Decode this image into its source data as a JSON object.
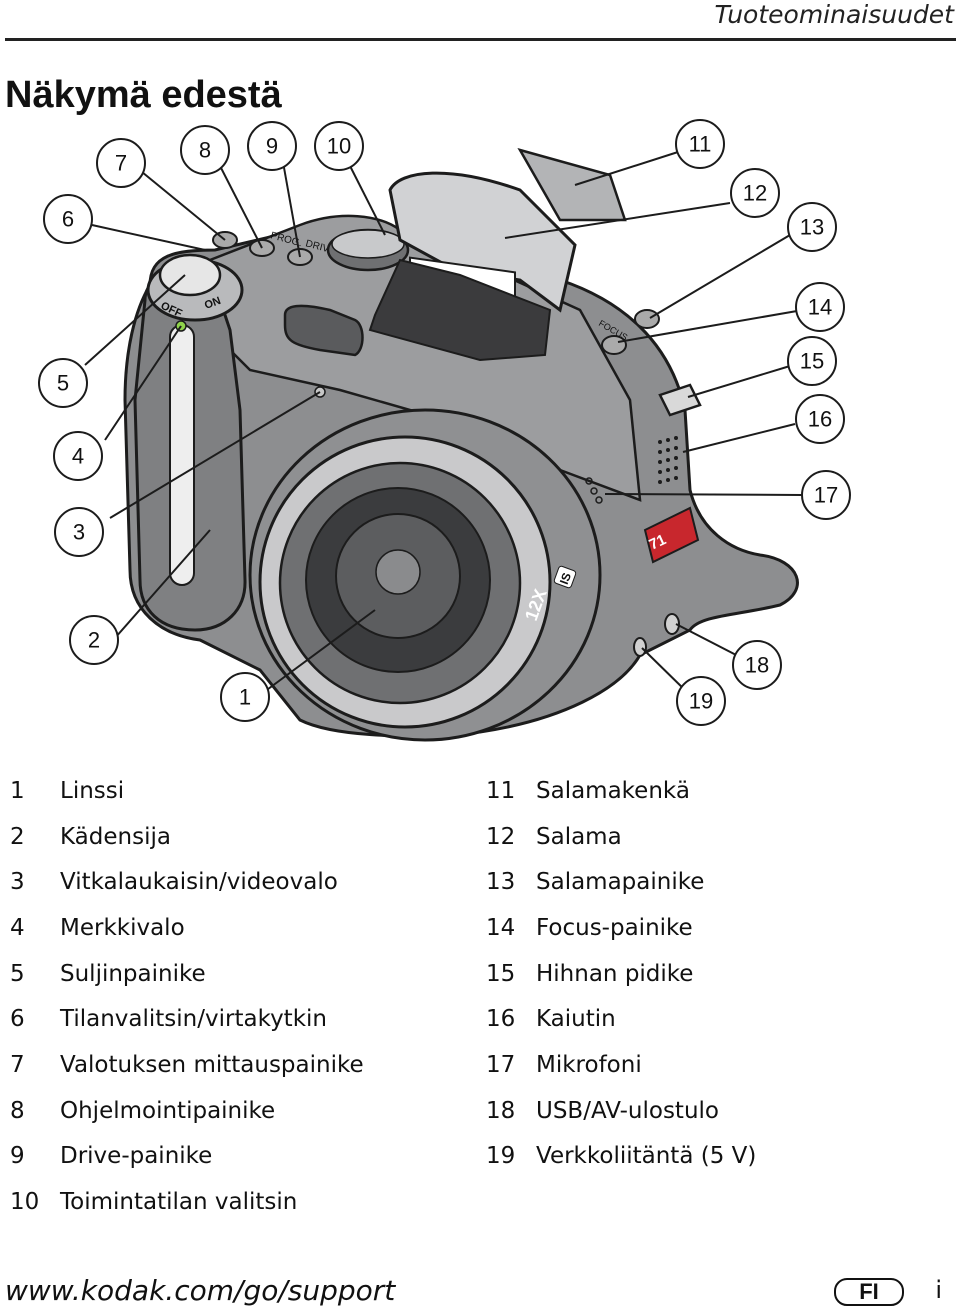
{
  "header": {
    "section_title": "Tuoteominaisuudet"
  },
  "page_title": "Näkymä edestä",
  "camera_text": {
    "on": "ON",
    "off": "OFF",
    "zoom": "12X",
    "is": "IS",
    "prog": "PROG.",
    "drive": "DRIVE",
    "focus": "FOCUS",
    "badge_number": "71"
  },
  "callouts": [
    "1",
    "2",
    "3",
    "4",
    "5",
    "6",
    "7",
    "8",
    "9",
    "10",
    "11",
    "12",
    "13",
    "14",
    "15",
    "16",
    "17",
    "18",
    "19"
  ],
  "legend_left": [
    {
      "num": "1",
      "label": "Linssi"
    },
    {
      "num": "2",
      "label": "Kädensija"
    },
    {
      "num": "3",
      "label": "Vitkalaukaisin/videovalo"
    },
    {
      "num": "4",
      "label": "Merkkivalo"
    },
    {
      "num": "5",
      "label": "Suljinpainike"
    },
    {
      "num": "6",
      "label": "Tilanvalitsin/virtakytkin"
    },
    {
      "num": "7",
      "label": "Valotuksen mittauspainike"
    },
    {
      "num": "8",
      "label": "Ohjelmointipainike"
    },
    {
      "num": "9",
      "label": "Drive-painike"
    },
    {
      "num": "10",
      "label": "Toimintatilan valitsin"
    }
  ],
  "legend_right": [
    {
      "num": "11",
      "label": "Salamakenkä"
    },
    {
      "num": "12",
      "label": "Salama"
    },
    {
      "num": "13",
      "label": "Salamapainike"
    },
    {
      "num": "14",
      "label": "Focus-painike"
    },
    {
      "num": "15",
      "label": "Hihnan pidike"
    },
    {
      "num": "16",
      "label": "Kaiutin"
    },
    {
      "num": "17",
      "label": "Mikrofoni"
    },
    {
      "num": "18",
      "label": "USB/AV-ulostulo"
    },
    {
      "num": "19",
      "label": "Verkkoliitäntä (5 V)"
    }
  ],
  "footer": {
    "url": "www.kodak.com/go/support",
    "language": "FI",
    "page": "i"
  }
}
